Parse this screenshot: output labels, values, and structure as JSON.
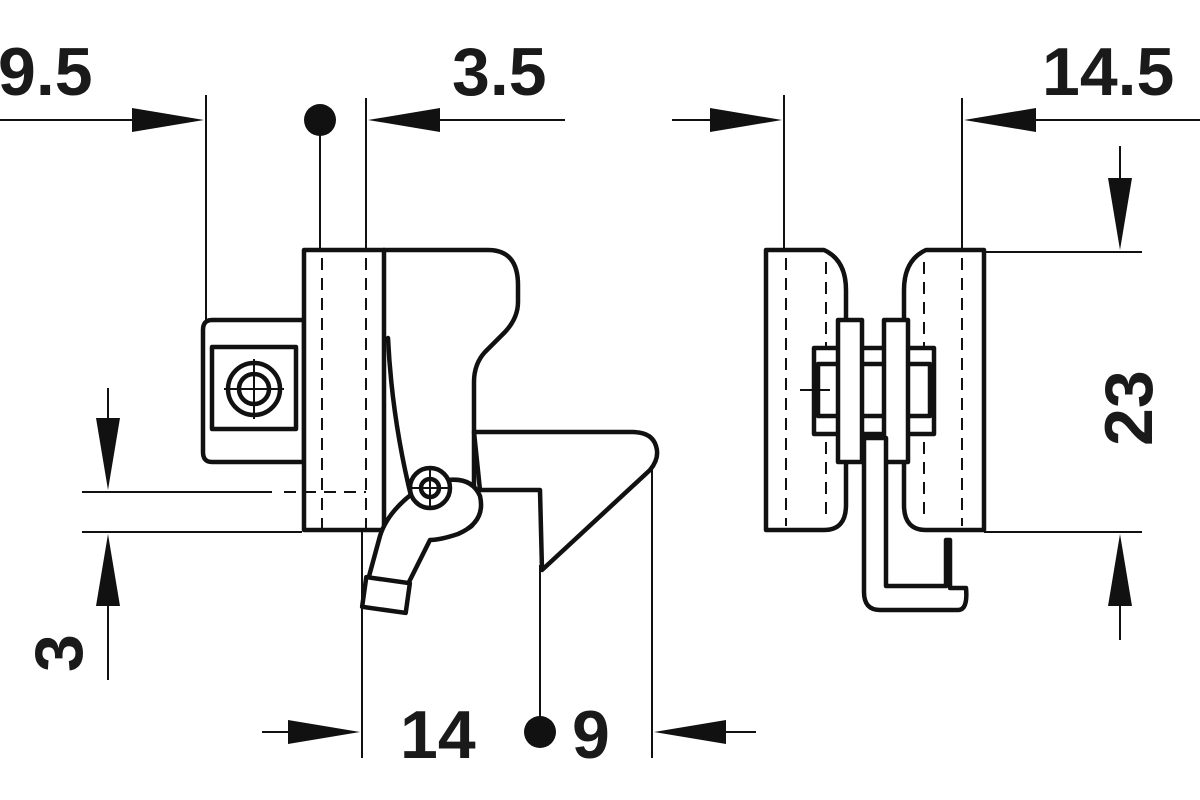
{
  "dimensions": {
    "d1": "9.5",
    "d2": "3.5",
    "d3": "14.5",
    "d4": "23",
    "d5": "3",
    "d6": "14",
    "d7": "9"
  },
  "colors": {
    "line": "#111111",
    "text": "#1a1a1a",
    "background": "#ffffff"
  }
}
